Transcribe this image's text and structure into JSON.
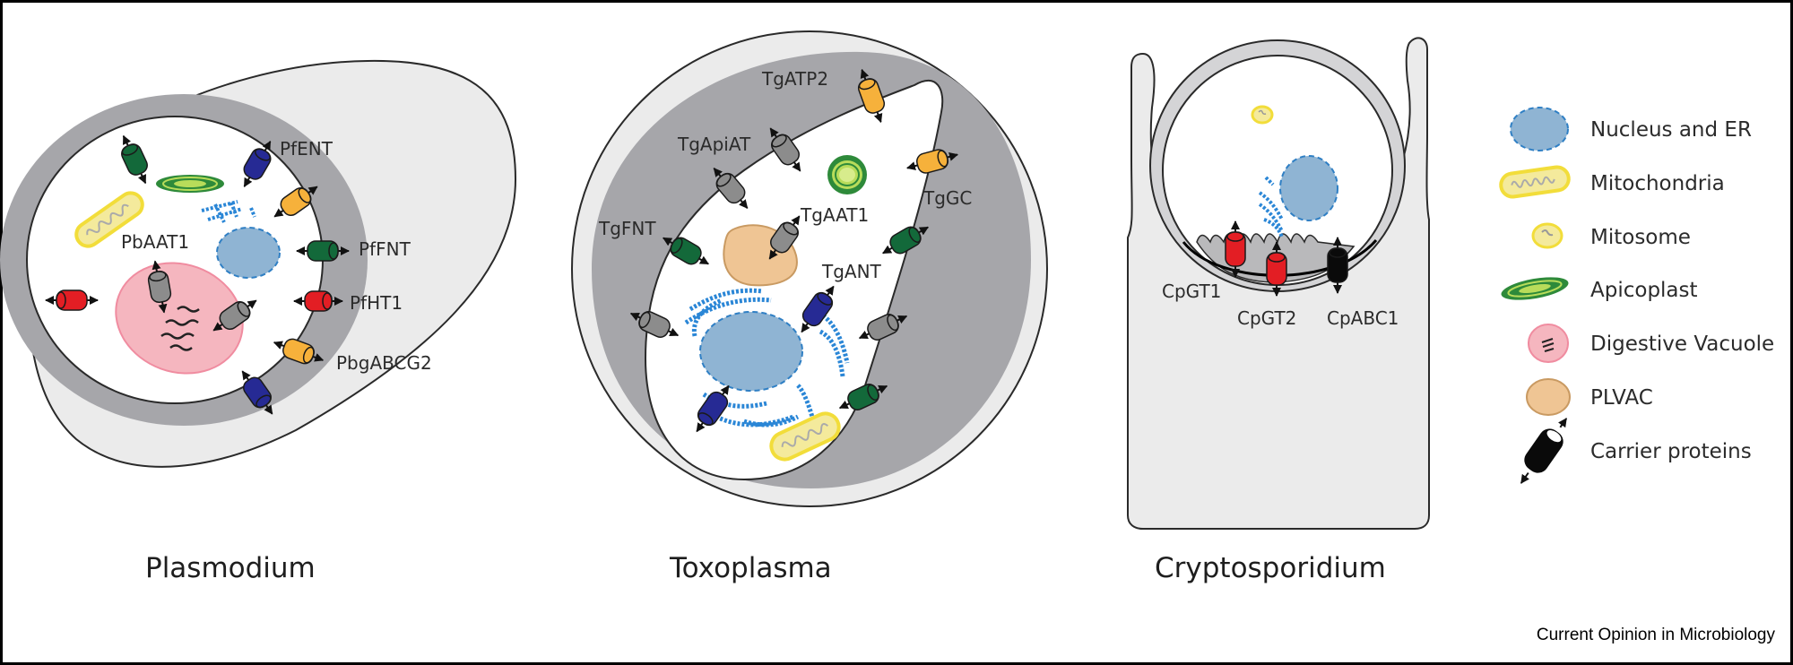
{
  "figure": {
    "credit": "Current Opinion in Microbiology",
    "colors": {
      "outer_cell": "#ebebeb",
      "vacuole_space": "#a6a6aa",
      "cytoplasm": "#ffffff",
      "outline": "#2a2a2a",
      "nucleus": "#8fb4d3",
      "nucleus_border": "#2f7fc4",
      "er": "#2a86d6",
      "mito_fill": "#f4ea9c",
      "mito_border": "#f2dd3a",
      "apicoplast_dark": "#2e8a3a",
      "apicoplast_light": "#b8dc5a",
      "digestive_vacuole": "#f5b6bf",
      "digestive_vacuole_border": "#f08ca0",
      "plvac": "#efc594",
      "plvac_border": "#c99a62",
      "carrier_green": "#13693a",
      "carrier_blue": "#262a94",
      "carrier_orange": "#f6b13b",
      "carrier_red": "#e31e24",
      "carrier_gray": "#8c8c8c",
      "carrier_black": "#0a0a0a"
    }
  },
  "panels": [
    {
      "id": "plasmodium",
      "title": "Plasmodium",
      "labels": [
        "PfENT",
        "PfFNT",
        "PfHT1",
        "PbgABCG2",
        "PbAAT1"
      ]
    },
    {
      "id": "toxoplasma",
      "title": "Toxoplasma",
      "labels": [
        "TgATP2",
        "TgApiAT",
        "TgGC",
        "TgFNT",
        "TgAAT1",
        "TgANT"
      ]
    },
    {
      "id": "cryptosporidium",
      "title": "Cryptosporidium",
      "labels": [
        "CpGT1",
        "CpGT2",
        "CpABC1"
      ]
    }
  ],
  "legend": {
    "items": [
      {
        "icon": "nucleus-er-icon",
        "label": "Nucleus and ER"
      },
      {
        "icon": "mitochondria-icon",
        "label": "Mitochondria"
      },
      {
        "icon": "mitosome-icon",
        "label": "Mitosome"
      },
      {
        "icon": "apicoplast-icon",
        "label": "Apicoplast"
      },
      {
        "icon": "digestive-vacuole-icon",
        "label": "Digestive Vacuole"
      },
      {
        "icon": "plvac-icon",
        "label": "PLVAC"
      },
      {
        "icon": "carrier-protein-icon",
        "label": "Carrier proteins"
      }
    ]
  }
}
